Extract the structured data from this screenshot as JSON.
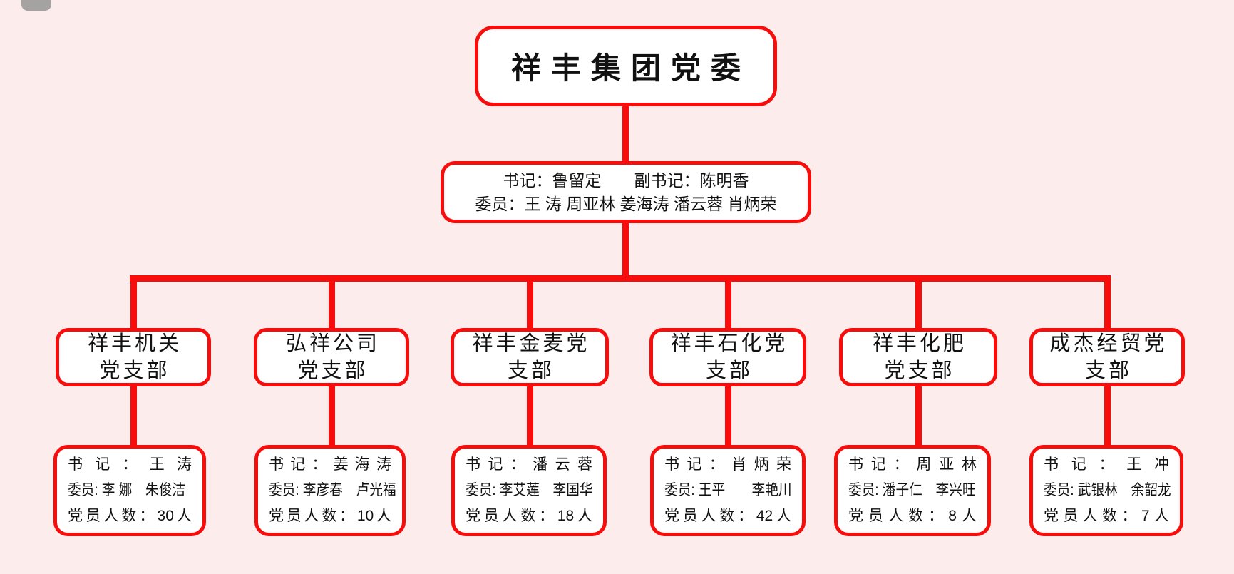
{
  "colors": {
    "background": "#fdecec",
    "accent_red": "#f80d0d",
    "box_fill": "#ffffff",
    "text": "#111111"
  },
  "root": {
    "title": "祥丰集团党委"
  },
  "committee": {
    "line1": "书记：鲁留定　　副书记：陈明香",
    "line2": "委员：王 涛 周亚林 姜海涛 潘云蓉 肖炳荣"
  },
  "branches": [
    {
      "title_line1": "祥丰机关",
      "title_line2": "党支部",
      "secretary": "书记：王涛",
      "members": "委员: 李 娜　朱俊洁",
      "member_count": "党员人数：30人"
    },
    {
      "title_line1": "弘祥公司",
      "title_line2": "党支部",
      "secretary": "书记：姜海涛",
      "members": "委员: 李彦春　卢光福",
      "member_count": "党员人数：10人"
    },
    {
      "title_line1": "祥丰金麦党",
      "title_line2": "支部",
      "secretary": "书记：潘云蓉",
      "members": "委员: 李艾莲　李国华",
      "member_count": "党员人数：18人"
    },
    {
      "title_line1": "祥丰石化党",
      "title_line2": "支部",
      "secretary": "书记：肖炳荣",
      "members": "委员: 王平　　李艳川",
      "member_count": "党员人数：42人"
    },
    {
      "title_line1": "祥丰化肥",
      "title_line2": "党支部",
      "secretary": "书记：周亚林",
      "members": "委员: 潘子仁　李兴旺",
      "member_count": "党员人数：8人"
    },
    {
      "title_line1": "成杰经贸党",
      "title_line2": "支部",
      "secretary": "书记：王冲",
      "members": "委员: 武银林　余韶龙",
      "member_count": "党员人数：7人"
    }
  ]
}
